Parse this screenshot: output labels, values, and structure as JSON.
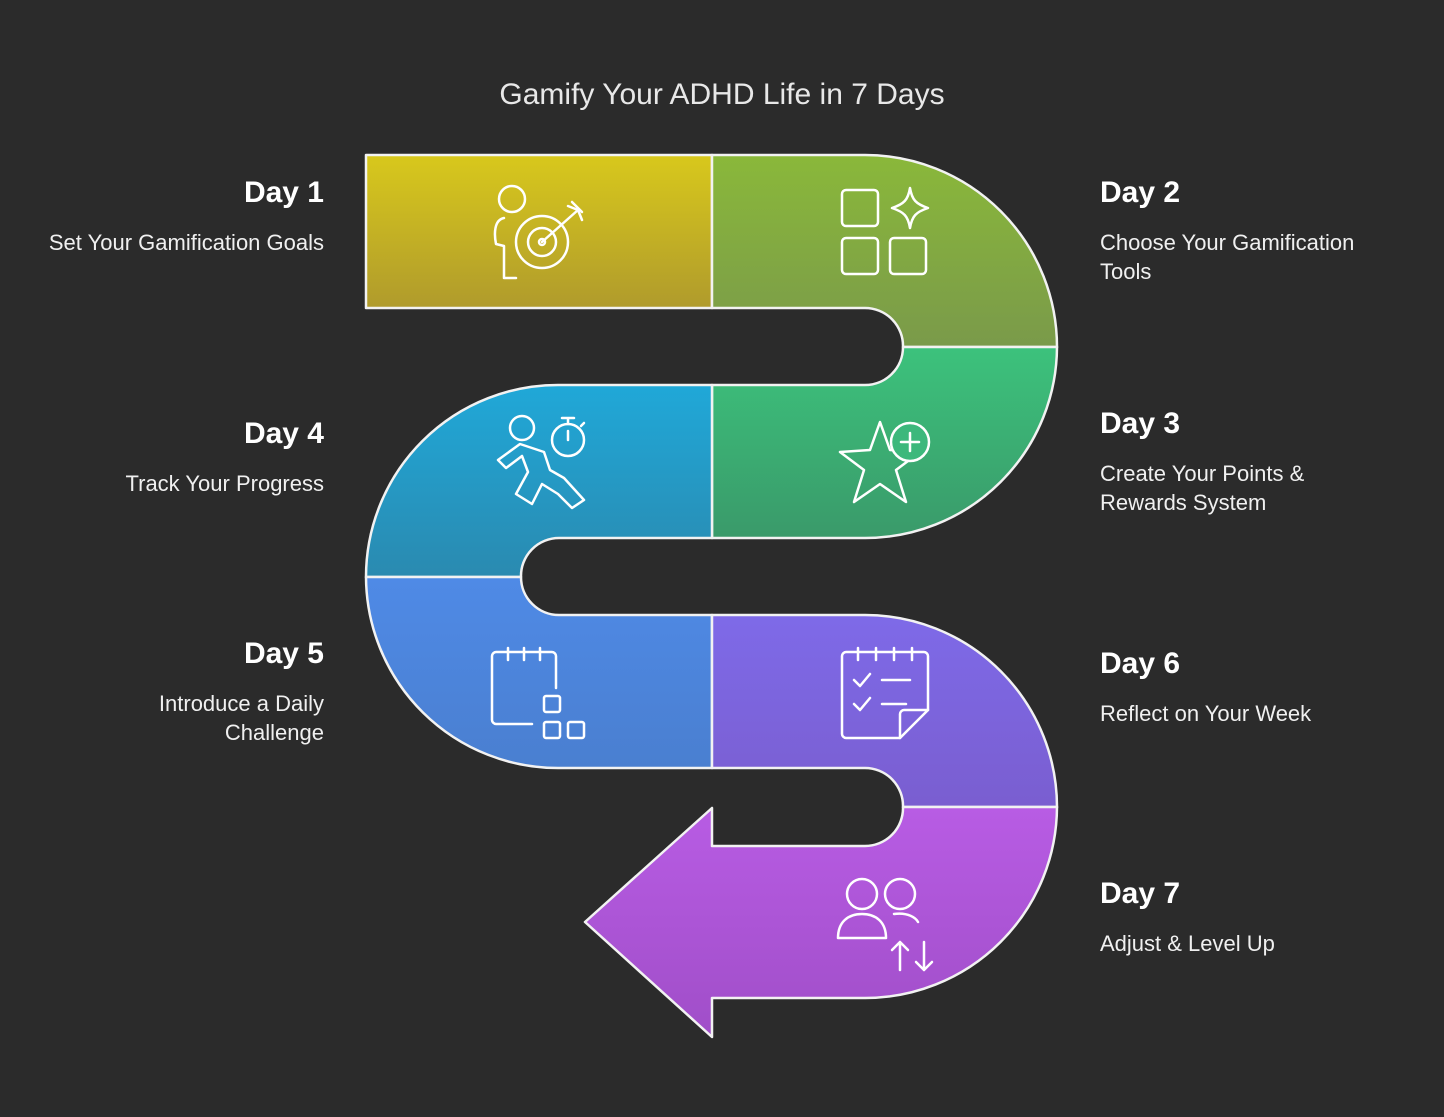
{
  "title": "Gamify Your ADHD Life in 7 Days",
  "steps": [
    {
      "day": "Day 1",
      "text": "Set Your Gamification Goals",
      "icon": "target-person-icon",
      "colors": [
        "#d8c81c",
        "#b09b2c"
      ]
    },
    {
      "day": "Day 2",
      "text": "Choose Your Gamification Tools",
      "icon": "grid-sparkle-icon",
      "colors": [
        "#8ab83a",
        "#7a9a4a"
      ]
    },
    {
      "day": "Day 3",
      "text": "Create Your Points & Rewards System",
      "icon": "star-plus-icon",
      "colors": [
        "#3cc27c",
        "#3a9a6a"
      ]
    },
    {
      "day": "Day 4",
      "text": "Track Your Progress",
      "icon": "runner-stopwatch-icon",
      "colors": [
        "#20a8d8",
        "#2a8ab0"
      ]
    },
    {
      "day": "Day 5",
      "text": "Introduce a Daily Challenge",
      "icon": "calendar-blocks-icon",
      "colors": [
        "#4f8ae6",
        "#4a7fd0"
      ]
    },
    {
      "day": "Day 6",
      "text": "Reflect on Your Week",
      "icon": "calendar-checklist-icon",
      "colors": [
        "#7e6ae8",
        "#7a5ed0"
      ]
    },
    {
      "day": "Day 7",
      "text": "Adjust & Level Up",
      "icon": "users-exchange-icon",
      "colors": [
        "#b85ce4",
        "#a04ec8"
      ]
    }
  ]
}
